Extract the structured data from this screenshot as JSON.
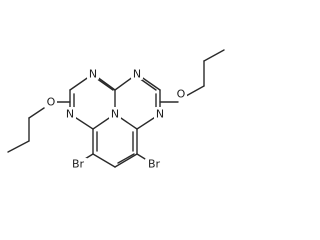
{
  "molecule": {
    "atom_labels": {
      "n_top_left": "N",
      "n_top_right": "N",
      "n_left": "N",
      "n_center": "N",
      "n_right": "N",
      "o_left": "O",
      "o_right": "O",
      "br_left": "Br",
      "br_right": "Br"
    }
  },
  "colors": {
    "bond": "#2a2a2a",
    "text": "#1f1f1f",
    "background": "#ffffff"
  }
}
